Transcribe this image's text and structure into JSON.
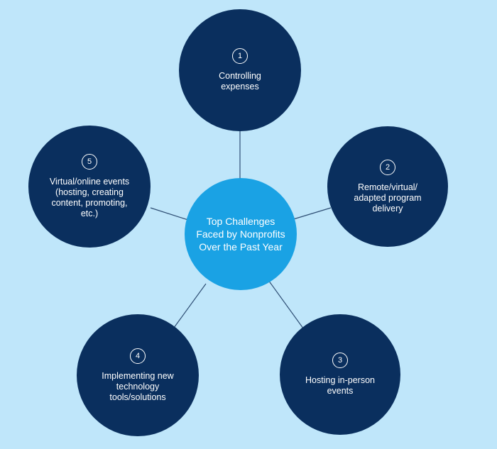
{
  "diagram": {
    "center": {
      "title": "Top Challenges Faced by Nonprofits Over the Past Year"
    },
    "items": [
      {
        "number": "1",
        "label": "Controlling expenses"
      },
      {
        "number": "2",
        "label": "Remote/virtual/ adapted program delivery"
      },
      {
        "number": "3",
        "label": "Hosting in-person events"
      },
      {
        "number": "4",
        "label": "Implementing new technology tools/solutions"
      },
      {
        "number": "5",
        "label": "Virtual/online events (hosting, creating content, promoting, etc.)"
      }
    ]
  },
  "colors": {
    "background": "#bfe6fa",
    "center_fill": "#1aa2e4",
    "node_fill": "#0a2f5e",
    "connector": "#2e4e74",
    "text": "#ffffff"
  }
}
